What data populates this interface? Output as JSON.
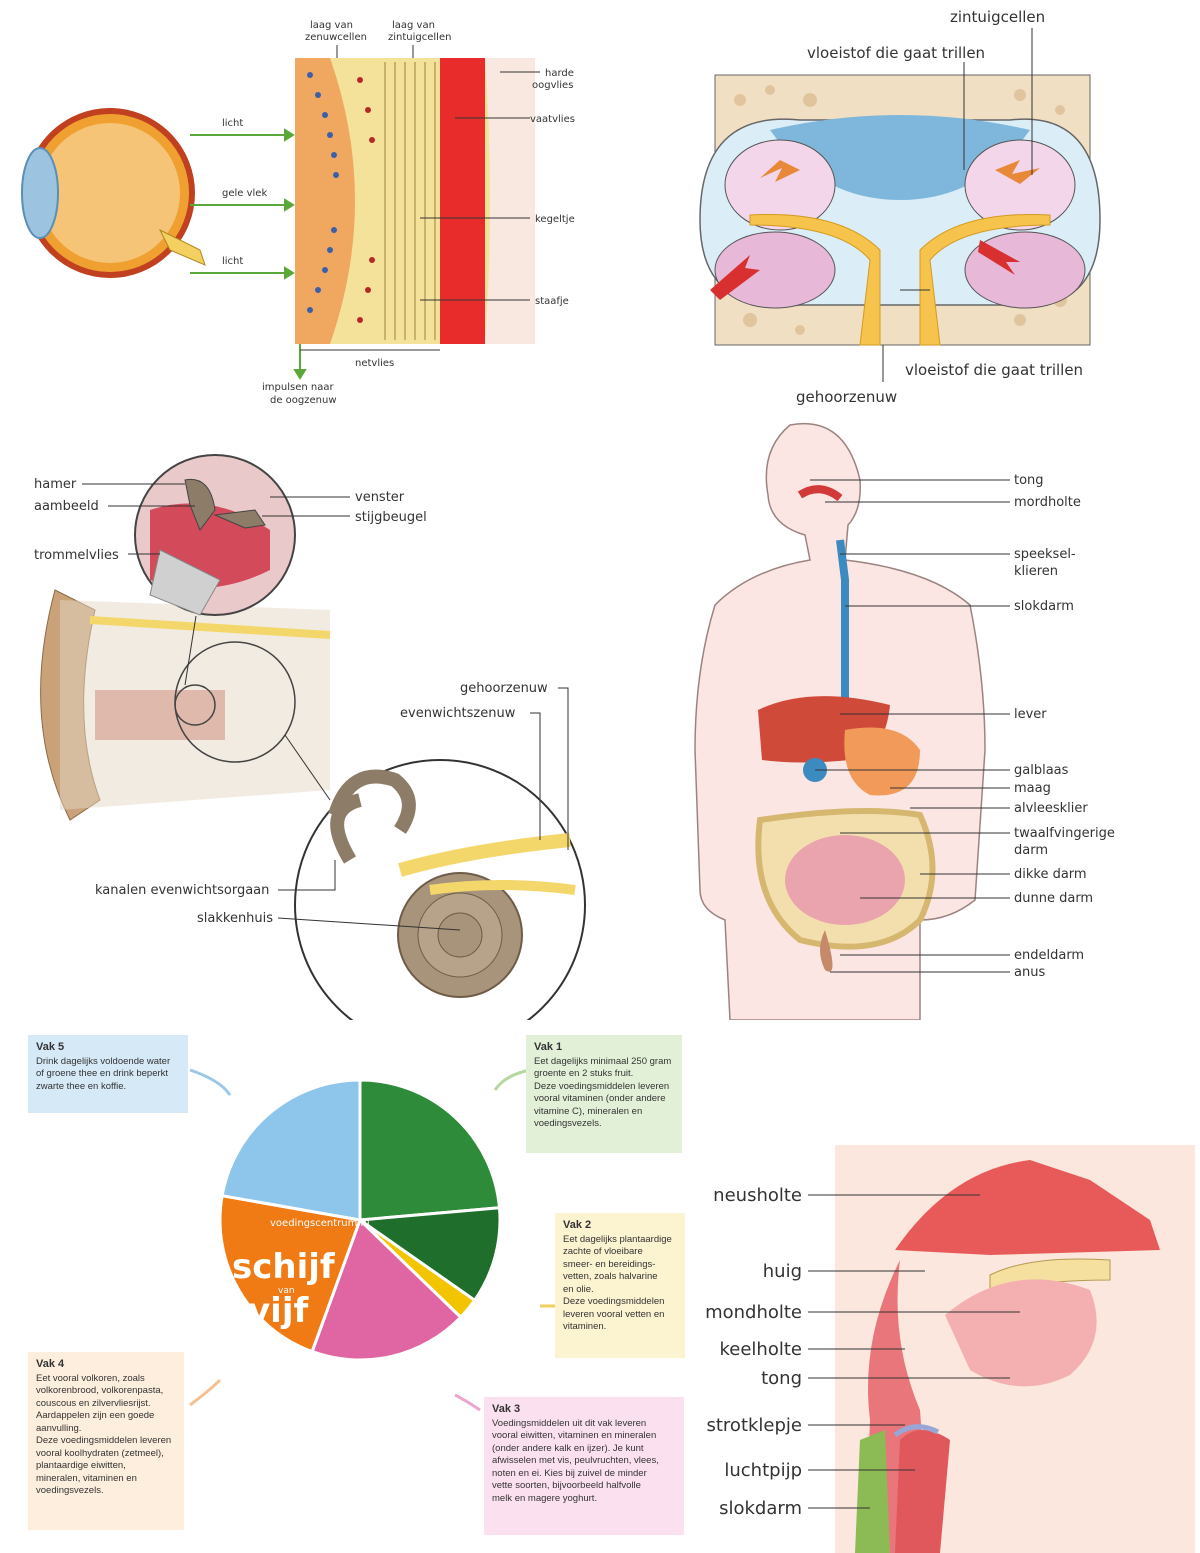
{
  "eye": {
    "layer_nerve": "laag  van\nzenuwcellen",
    "layer_sense": "laag van\nzintuigcellen",
    "hard_skin": "harde\noogvlies",
    "vascular": "vaatvlies",
    "light_top": "licht",
    "yellow_spot": "gele vlek",
    "light_bottom": "licht",
    "cone": "kegeltje",
    "rod": "staafje",
    "retina": "netvlies",
    "impulses": "impulsen naar\nde oogzenuw"
  },
  "balance": {
    "sense_cells": "zintuigcellen",
    "fluid_top": "vloeistof die gaat trillen",
    "fluid_bottom": "vloeistof die gaat trillen",
    "nerve": "gehoorzenuw"
  },
  "ear": {
    "hammer": "hamer",
    "anvil": "aambeeld",
    "window": "venster",
    "stirrup": "stijgbeugel",
    "eardrum": "trommelvlies",
    "hearing_nerve": "gehoorzenuw",
    "balance_nerve": "evenwichtszenuw",
    "canals": "kanalen evenwichtsorgaan",
    "cochlea": "slakkenhuis"
  },
  "digestion": {
    "labels": [
      "tong",
      "mordholte",
      "speeksel-\nklieren",
      "slokdarm",
      "lever",
      "galblaas",
      "maag",
      "alvleesklier",
      "twaalfvingerige\ndarm",
      "dikke darm",
      "dunne darm",
      "endeldarm",
      "anus"
    ]
  },
  "schijf": {
    "brand_site": "voedingscentrum.nl",
    "brand_word1": "schijf",
    "brand_small": "van",
    "brand_word2": "vijf",
    "vak5": {
      "title": "Vak 5",
      "text": "Drink dagelijks voldoende water\nof groene thee en drink beperkt\nzwarte thee en koffie."
    },
    "vak1": {
      "title": "Vak 1",
      "text": "Eet dagelijks minimaal 250 gram\ngroente en 2 stuks fruit.\nDeze voedingsmiddelen leveren\nvooral vitaminen (onder andere\nvitamine C), mineralen en\nvoedingsvezels."
    },
    "vak2": {
      "title": "Vak 2",
      "text": "Eet dagelijks plantaardige\nzachte of vloeibare\nsmeer- en bereidings-\nvetten, zoals halvarine\nen olie.\nDeze voedingsmiddelen\nleveren vooral vetten en\nvitaminen."
    },
    "vak3": {
      "title": "Vak 3",
      "text": "Voedingsmiddelen uit dit vak leveren\nvooral eiwitten, vitaminen en mineralen\n(onder andere kalk en ijzer). Je kunt\nafwisselen met vis, peulvruchten, vlees,\nnoten en ei. Kies bij zuivel de minder\nvette soorten, bijvoorbeeld halfvolle\nmelk en magere yoghurt."
    },
    "vak4": {
      "title": "Vak 4",
      "text": "Eet vooral volkoren, zoals\nvolkorenbrood, volkorenpasta,\ncouscous en zilvervliesrijst.\nAardappelen zijn een goede\naanvulling.\nDeze voedingsmiddelen leveren\nvooral koolhydraten (zetmeel),\nplantaardige eiwitten,\nmineralen, vitaminen en\nvoedingsvezels."
    },
    "colors": {
      "vak1": "#2e8b3a",
      "vak2": "#f2c500",
      "vak3": "#e066a3",
      "vak4": "#f07a14",
      "vak5": "#8ec5ea"
    }
  },
  "throat": {
    "labels": [
      "neusholte",
      "huig",
      "mondholte",
      "keelholte",
      "tong",
      "strotklepje",
      "luchtpijp",
      "slokdarm"
    ]
  }
}
